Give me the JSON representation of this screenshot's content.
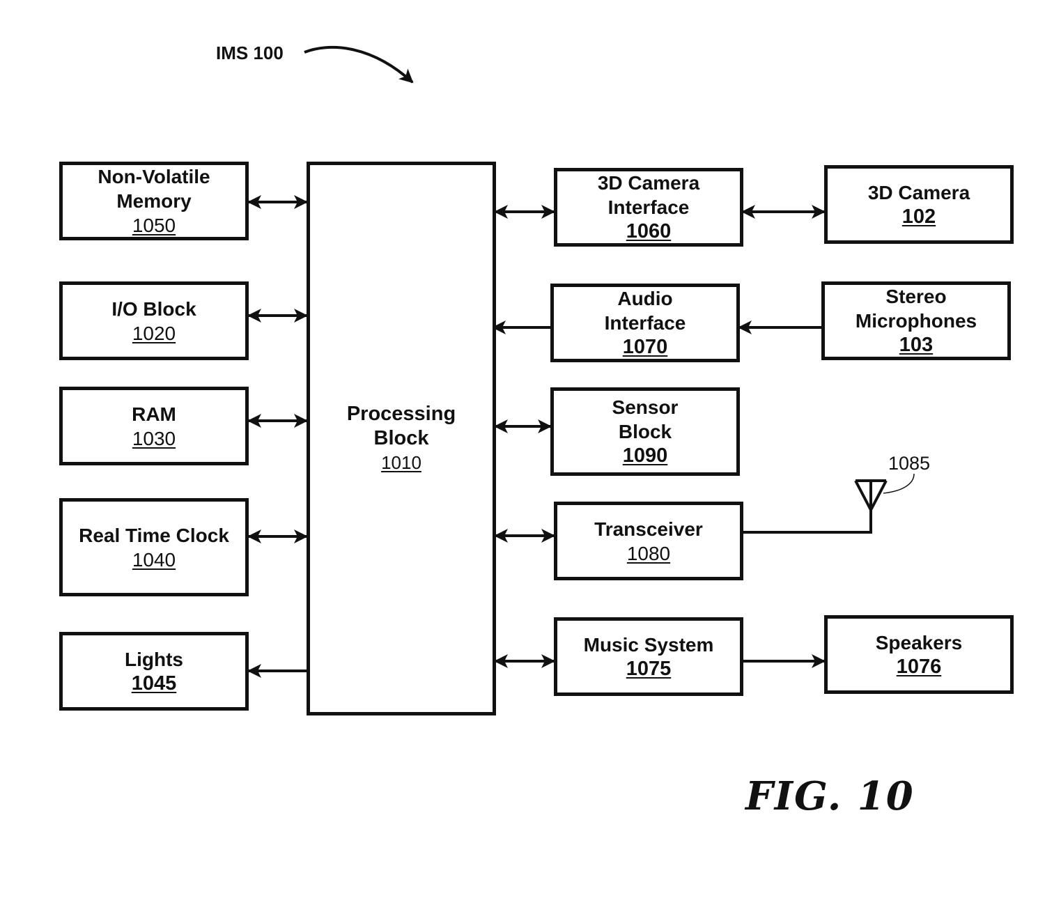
{
  "system_label": "IMS 100",
  "figure_label": "FIG. 10",
  "antenna_ref": "1085",
  "blocks": {
    "nvm": {
      "lines": [
        "Non-Volatile",
        "Memory"
      ],
      "ref": "1050"
    },
    "io": {
      "lines": [
        "I/O Block"
      ],
      "ref": "1020"
    },
    "ram": {
      "lines": [
        "RAM"
      ],
      "ref": "1030"
    },
    "rtc": {
      "lines": [
        "Real Time Clock"
      ],
      "ref": "1040"
    },
    "lights": {
      "lines": [
        "Lights"
      ],
      "ref": "1045"
    },
    "proc": {
      "lines": [
        "Processing",
        "Block"
      ],
      "ref": "1010"
    },
    "cam_if": {
      "lines": [
        "3D Camera",
        "Interface"
      ],
      "ref": "1060"
    },
    "audio_if": {
      "lines": [
        "Audio",
        "Interface"
      ],
      "ref": "1070"
    },
    "sensor": {
      "lines": [
        "Sensor",
        "Block"
      ],
      "ref": "1090"
    },
    "transceiver": {
      "lines": [
        "Transceiver"
      ],
      "ref": "1080"
    },
    "music": {
      "lines": [
        "Music System"
      ],
      "ref": "1075"
    },
    "camera": {
      "lines": [
        "3D Camera"
      ],
      "ref": "102"
    },
    "mics": {
      "lines": [
        "Stereo",
        "Microphones"
      ],
      "ref": "103"
    },
    "speakers": {
      "lines": [
        "Speakers"
      ],
      "ref": "1076"
    }
  },
  "connections": [
    {
      "from": "nvm",
      "to": "proc",
      "direction": "bidirectional"
    },
    {
      "from": "io",
      "to": "proc",
      "direction": "bidirectional"
    },
    {
      "from": "ram",
      "to": "proc",
      "direction": "bidirectional"
    },
    {
      "from": "rtc",
      "to": "proc",
      "direction": "bidirectional"
    },
    {
      "from": "proc",
      "to": "lights",
      "direction": "forward"
    },
    {
      "from": "proc",
      "to": "cam_if",
      "direction": "bidirectional"
    },
    {
      "from": "cam_if",
      "to": "camera",
      "direction": "bidirectional"
    },
    {
      "from": "audio_if",
      "to": "proc",
      "direction": "forward"
    },
    {
      "from": "mics",
      "to": "audio_if",
      "direction": "forward"
    },
    {
      "from": "proc",
      "to": "sensor",
      "direction": "bidirectional"
    },
    {
      "from": "proc",
      "to": "transceiver",
      "direction": "bidirectional"
    },
    {
      "from": "transceiver",
      "to": "antenna",
      "direction": "none"
    },
    {
      "from": "proc",
      "to": "music",
      "direction": "bidirectional"
    },
    {
      "from": "music",
      "to": "speakers",
      "direction": "forward"
    }
  ]
}
